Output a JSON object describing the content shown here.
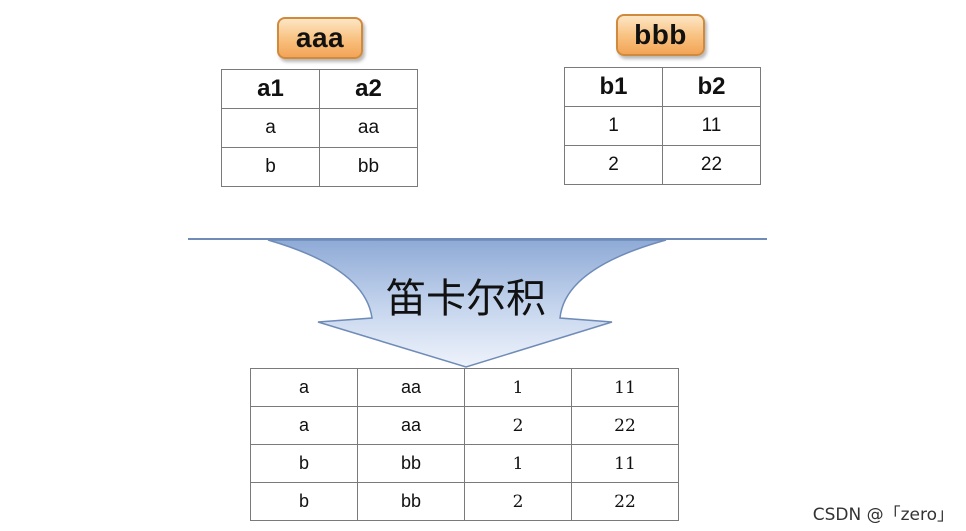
{
  "left_table": {
    "name": "aaa",
    "headers": [
      "a1",
      "a2"
    ],
    "rows": [
      [
        "a",
        "aa"
      ],
      [
        "b",
        "bb"
      ]
    ]
  },
  "right_table": {
    "name": "bbb",
    "headers": [
      "b1",
      "b2"
    ],
    "rows": [
      [
        "1",
        "11"
      ],
      [
        "2",
        "22"
      ]
    ]
  },
  "operation": {
    "label": "笛卡尔积"
  },
  "result_table": {
    "rows": [
      [
        "a",
        "aa",
        "1",
        "11"
      ],
      [
        "a",
        "aa",
        "2",
        "22"
      ],
      [
        "b",
        "bb",
        "1",
        "11"
      ],
      [
        "b",
        "bb",
        "2",
        "22"
      ]
    ]
  },
  "watermark": "CSDN @「zero」",
  "colors": {
    "tag_border": "#d08a3e",
    "tag_fill": "#f8c07e",
    "arrow_line": "#6f8bb8",
    "arrow_fill_top": "#8eaad6",
    "arrow_fill_bottom": "#eef3fb",
    "table_border": "#7a7a7a"
  }
}
